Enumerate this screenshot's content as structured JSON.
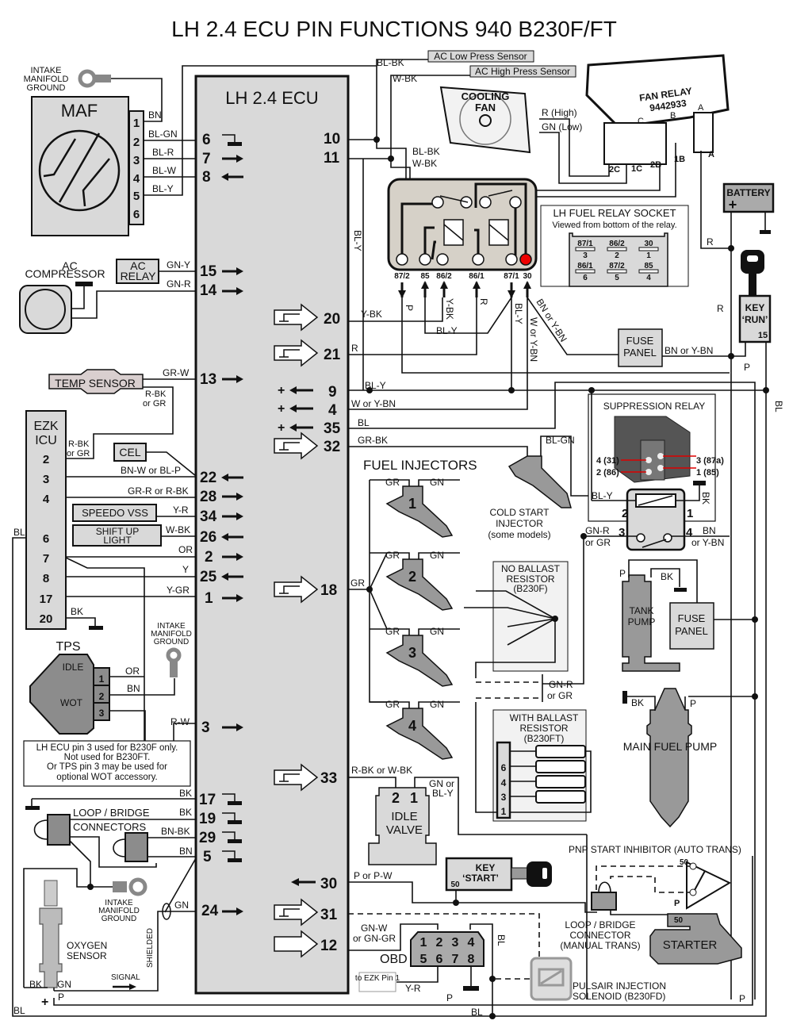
{
  "title": "LH 2.4 ECU PIN FUNCTIONS 940 B230F/FT",
  "ecu": {
    "label": "LH 2.4 ECU",
    "left_pins": [
      {
        "pin": "6",
        "dir": "ground"
      },
      {
        "pin": "7",
        "dir": "out"
      },
      {
        "pin": "8",
        "dir": "in"
      },
      {
        "pin": "15",
        "dir": "out"
      },
      {
        "pin": "14",
        "dir": "out"
      },
      {
        "pin": "13",
        "dir": "out"
      },
      {
        "pin": "22",
        "dir": "in"
      },
      {
        "pin": "28",
        "dir": "out"
      },
      {
        "pin": "34",
        "dir": "out"
      },
      {
        "pin": "26",
        "dir": "in"
      },
      {
        "pin": "2",
        "dir": "out"
      },
      {
        "pin": "25",
        "dir": "in"
      },
      {
        "pin": "1",
        "dir": "out"
      },
      {
        "pin": "3",
        "dir": "out"
      },
      {
        "pin": "17",
        "dir": "ground"
      },
      {
        "pin": "19",
        "dir": "ground"
      },
      {
        "pin": "29",
        "dir": "ground"
      },
      {
        "pin": "5",
        "dir": "ground"
      },
      {
        "pin": "24",
        "dir": "out"
      }
    ],
    "right_pins": [
      {
        "pin": "10",
        "type": "plain"
      },
      {
        "pin": "11",
        "type": "plain"
      },
      {
        "pin": "20",
        "type": "switched-output"
      },
      {
        "pin": "21",
        "type": "switched-output"
      },
      {
        "pin": "9",
        "type": "power-in"
      },
      {
        "pin": "4",
        "type": "power-in"
      },
      {
        "pin": "35",
        "type": "power-in"
      },
      {
        "pin": "32",
        "type": "switched-output"
      },
      {
        "pin": "18",
        "type": "switched-output"
      },
      {
        "pin": "33",
        "type": "switched-output"
      },
      {
        "pin": "30",
        "type": "in"
      },
      {
        "pin": "31",
        "type": "switched-output"
      },
      {
        "pin": "12",
        "type": "switched-output"
      }
    ]
  },
  "maf": {
    "label": "MAF",
    "pins": [
      "1",
      "2",
      "3",
      "4",
      "5",
      "6"
    ],
    "wires": [
      "BN",
      "BL-GN",
      "BL-R",
      "BL-W",
      "BL-Y"
    ]
  },
  "grounds": {
    "intake_manifold": "INTAKE MANIFOLD GROUND"
  },
  "ac": {
    "compressor": "AC COMPRESSOR",
    "relay": "AC RELAY",
    "wire_15": "GN-Y",
    "wire_14": "GN-R",
    "low_press": "AC Low Press Sensor",
    "high_press": "AC High Press Sensor",
    "wire_low": "BL-BK",
    "wire_high": "W-BK"
  },
  "cooling_fan": {
    "label": "COOLING FAN",
    "high": "R (High)",
    "low": "GN (Low)"
  },
  "fan_relay": {
    "label": "FAN RELAY",
    "part": "9442933",
    "terminals": [
      "C",
      "B",
      "A",
      "2C",
      "1C",
      "2B",
      "1B",
      "A"
    ]
  },
  "battery": {
    "label": "BATTERY",
    "plus": "+"
  },
  "key_run": {
    "label": "KEY",
    "sub": "‘RUN’",
    "terminal": "15"
  },
  "key_start": {
    "label": "KEY",
    "sub": "‘START’",
    "terminal": "50"
  },
  "fuel_relay": {
    "terminals": [
      "87/2",
      "85",
      "86/2",
      "86/1",
      "87/1",
      "30"
    ],
    "socket_title": "LH FUEL RELAY SOCKET",
    "socket_sub": "Viewed from bottom of the relay.",
    "socket_grid": [
      [
        "87/1",
        "3"
      ],
      [
        "86/2",
        "2"
      ],
      [
        "30",
        "1"
      ],
      [
        "86/1",
        "6"
      ],
      [
        "87/2",
        "5"
      ],
      [
        "85",
        "4"
      ]
    ]
  },
  "fuse_panel": "FUSE PANEL",
  "wires": {
    "y_bk": "Y-BK",
    "r": "R",
    "bl_y": "BL-Y",
    "p": "P",
    "w_or_ybn": "W or Y-BN",
    "bn_or_ybn": "BN or Y-BN",
    "bl": "BL",
    "gr_bk": "GR-BK",
    "bl_gn": "BL-GN",
    "gr": "GR",
    "gr_w": "GR-W",
    "rbk_or_gr": "R-BK or GR",
    "bnw_or_blp": "BN-W or BL-P",
    "grr_or_rbk": "GR-R or R-BK",
    "y_r": "Y-R",
    "w_bk": "W-BK",
    "or": "OR",
    "y": "Y",
    "y_gr": "Y-GR",
    "bk": "BK",
    "bn": "BN",
    "r_w": "R-W",
    "bn_bk": "BN-BK",
    "gn": "GN",
    "p_or_pw": "P or P-W",
    "gnw_or_gngr": "GN-W or GN-GR",
    "rbk_or_wbk": "R-BK or W-BK",
    "gn_or_bly": "GN or BL-Y",
    "gnr_or_gr": "GN-R or GR",
    "shielded": "SHIELDED",
    "signal": "SIGNAL"
  },
  "temp_sensor": "TEMP SENSOR",
  "ezk": {
    "label": "EZK ICU",
    "pins": [
      "2",
      "3",
      "4",
      "6",
      "7",
      "8",
      "17",
      "20"
    ]
  },
  "cel": "CEL",
  "speedo": "SPEEDO VSS",
  "shift_up": "SHIFT UP LIGHT",
  "tps": {
    "label": "TPS",
    "idle": "IDLE",
    "wot": "WOT",
    "pins": [
      "1",
      "2",
      "3"
    ]
  },
  "note": [
    "LH ECU pin 3 used for B230F only.",
    "Not used for B230FT.",
    "Or TPS pin 3 may be used for",
    "optional WOT accessory."
  ],
  "loop_bridge": "LOOP / BRIDGE CONNECTORS",
  "oxygen": "OXYGEN SENSOR",
  "fuel_injectors": {
    "title": "FUEL INJECTORS",
    "numbers": [
      "1",
      "2",
      "3",
      "4"
    ]
  },
  "cold_start": [
    "COLD START",
    "INJECTOR",
    "(some models)"
  ],
  "no_ballast": [
    "NO  BALLAST",
    "RESISTOR",
    "(B230F)"
  ],
  "with_ballast": [
    "WITH  BALLAST",
    "RESISTOR",
    "(B230FT)"
  ],
  "ballast_pins": [
    "6",
    "4",
    "3",
    "1"
  ],
  "suppression": {
    "title": "SUPPRESSION RELAY",
    "pins": [
      "4 (31)",
      "2 (86)",
      "3 (87a)",
      "1 (85)"
    ],
    "terminals": [
      "2",
      "1",
      "3",
      "4"
    ]
  },
  "tank_pump": "TANK PUMP",
  "main_pump": "MAIN FUEL PUMP",
  "idle_valve": {
    "label": "IDLE VALVE",
    "pins": [
      "2",
      "1"
    ]
  },
  "obd": {
    "label": "OBD",
    "pins": [
      "1",
      "2",
      "3",
      "4",
      "5",
      "6",
      "7",
      "8"
    ],
    "to_ezk": "to EZK Pin 1"
  },
  "pnp": "PNP START INHIBITOR (AUTO TRANS)",
  "loop_manual": [
    "LOOP / BRIDGE",
    "CONNECTOR",
    "(MANUAL TRANS)"
  ],
  "starter": {
    "label": "STARTER",
    "terminal": "50"
  },
  "pulsair": [
    "PULSAIR INJECTION",
    "SOLENOID (B230FD)"
  ],
  "pnp_terms": {
    "t50": "50",
    "p": "P"
  }
}
